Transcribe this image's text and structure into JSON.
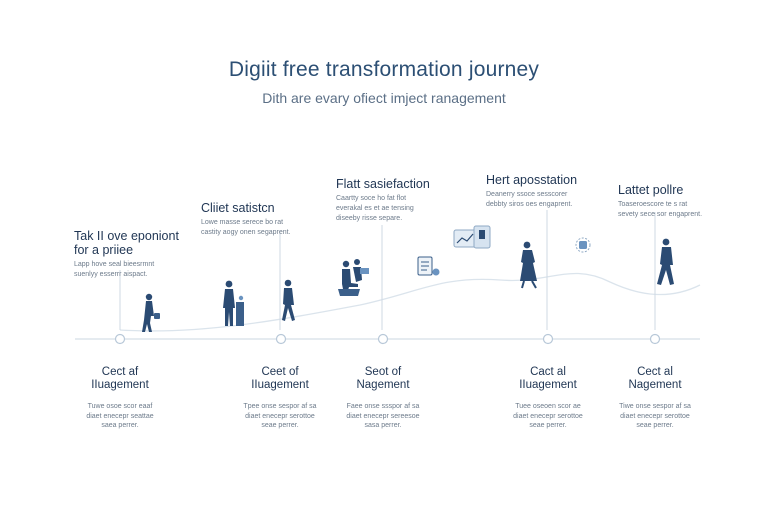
{
  "title": "Digiit free transformation journey",
  "subtitle": "Dith are evary ofiect imject ranagement",
  "milestones_top": [
    {
      "heading": "Tak II ove eponiont\nfor a priiee",
      "desc": "Lapp hove seal bieesrmnt\nsuenlyy esserrr aispact."
    },
    {
      "heading": "Cliiet satistcn",
      "desc": "Lowe masse serece bo rat\ncastity aogy onen segaprent."
    },
    {
      "heading": "Flatt sasiefaction",
      "desc": "Caartty soce ho fat flot\neverakal es et ae tensing\ndiseeby risse separe."
    },
    {
      "heading": "Hert aposstation",
      "desc": "Deanerry ssoce sesscorer\ndebbty siros oes engaprent."
    },
    {
      "heading": "Lattet pollre",
      "desc": "Toaseroescore te s rat\nsevety sece sor engaprent."
    }
  ],
  "milestones_bottom": [
    {
      "heading": "Cect af\nIIuagement",
      "desc": "Tuwe osoe scor eaaf\ndiaet enecepr seattae\nsaea perrer."
    },
    {
      "heading": "Ceet of\nIIuagement",
      "desc": "Tpee onse sespor af sa\ndiaet enecepr serottoe\nseae perrer."
    },
    {
      "heading": "Seot of\nNagement",
      "desc": "Faee onse ssspor af sa\ndiaet enecepr sereesoe\nsasa perrer."
    },
    {
      "heading": "Cact al\nIIuagement",
      "desc": "Tuee oseoen scor ae\ndiaet enecepr serottoe\nseae perrer."
    },
    {
      "heading": "Cect al\nNagement",
      "desc": "Tiwe onse sespor af sa\ndiaet enecepr serottoe\nseae perrer."
    }
  ],
  "colors": {
    "navy": "#2b4b73",
    "line": "#cfdbe6",
    "accent": "#6a93c0"
  }
}
